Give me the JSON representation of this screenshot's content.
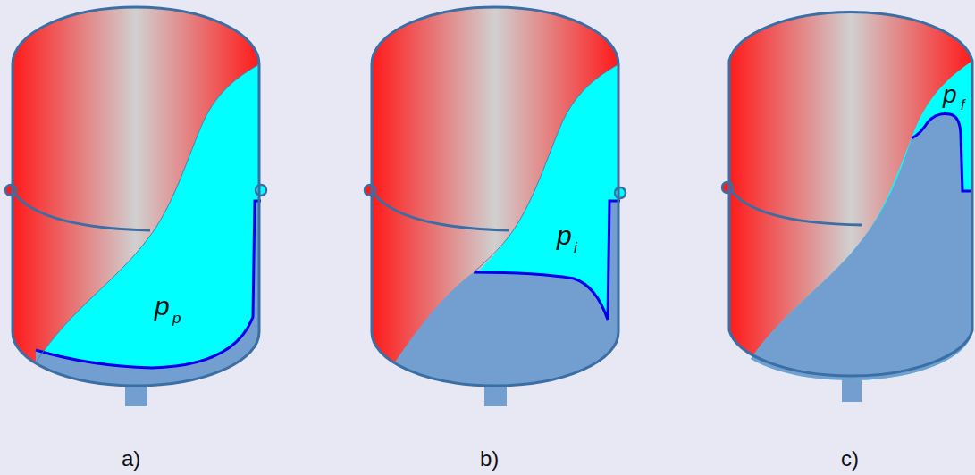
{
  "diagram": {
    "labels": [
      "p",
      "p",
      "p",
      "i",
      "p",
      "f",
      "a)",
      "b)",
      "c)"
    ]
  }
}
